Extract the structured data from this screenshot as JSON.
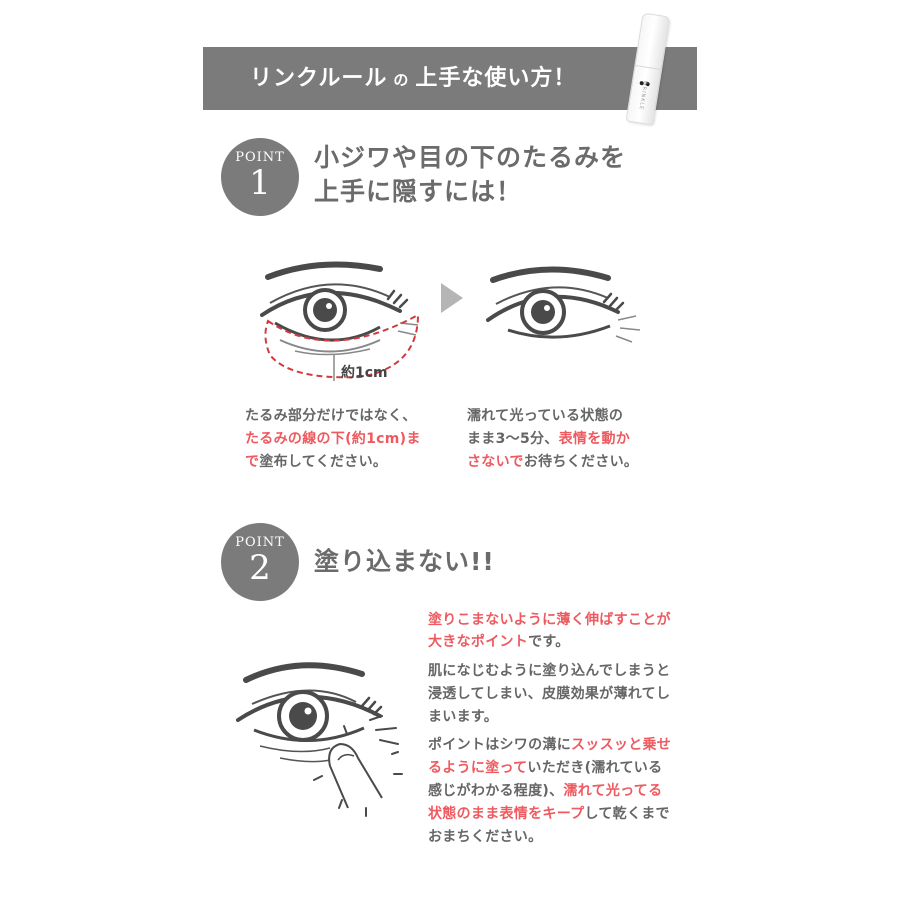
{
  "banner": {
    "title_part1": "リンクルール",
    "title_particle": "の",
    "title_part2": "上手な使い方！",
    "background_color": "#7b7b7b",
    "product_image": "eye-serum-tube"
  },
  "colors": {
    "accent_red": "#ee5a5f",
    "circle_gray": "#7b7b7b",
    "text_gray": "#666666"
  },
  "point1": {
    "label": "POINT",
    "number": "1",
    "heading_line1": "小ジワや目の下のたるみを",
    "heading_line2": "上手に隠すには！",
    "illustration_left": {
      "icon": "eye-with-dashed-area-icon",
      "measure_label": "約1cm"
    },
    "arrow_icon": "triangle-right-arrow-icon",
    "illustration_right": {
      "icon": "eye-icon"
    },
    "caption_left": [
      [
        {
          "text": "たるみ部分だけではなく、",
          "red": false
        }
      ],
      [
        {
          "text": "たるみの線の下(約1cm)ま",
          "red": true
        }
      ],
      [
        {
          "text": "で",
          "red": true
        },
        {
          "text": "塗布してください。",
          "red": false
        }
      ]
    ],
    "caption_right": [
      [
        {
          "text": "濡れて光っている状態の",
          "red": false
        }
      ],
      [
        {
          "text": "まま3～5分、",
          "red": false
        },
        {
          "text": "表情を動か",
          "red": true
        }
      ],
      [
        {
          "text": "さないで",
          "red": true
        },
        {
          "text": "お待ちください。",
          "red": false
        }
      ]
    ]
  },
  "point2": {
    "label": "POINT",
    "number": "2",
    "heading": "塗り込まない!!",
    "illustration": {
      "icon": "eye-with-finger-tapping-icon"
    },
    "paragraph1": [
      [
        {
          "text": "塗りこまないように薄く伸ばすことが",
          "red": true
        }
      ],
      [
        {
          "text": "大きなポイント",
          "red": true
        },
        {
          "text": "です。",
          "red": false
        }
      ]
    ],
    "paragraph2": [
      [
        {
          "text": "肌になじむように塗り込んでしまうと",
          "red": false
        }
      ],
      [
        {
          "text": "浸透してしまい、皮膜効果が薄れてし",
          "red": false
        }
      ],
      [
        {
          "text": "まいます。",
          "red": false
        }
      ]
    ],
    "paragraph3": [
      [
        {
          "text": "ポイントはシワの溝に",
          "red": false
        },
        {
          "text": "スッスッと乗せ",
          "red": true
        }
      ],
      [
        {
          "text": "るように塗って",
          "red": true
        },
        {
          "text": "いただき(濡れている",
          "red": false
        }
      ],
      [
        {
          "text": "感じがわかる程度)、",
          "red": false
        },
        {
          "text": "濡れて光ってる",
          "red": true
        }
      ],
      [
        {
          "text": "状態のまま表情をキープ",
          "red": true
        },
        {
          "text": "して乾くまで",
          "red": false
        }
      ],
      [
        {
          "text": "おまちください。",
          "red": false
        }
      ]
    ]
  }
}
